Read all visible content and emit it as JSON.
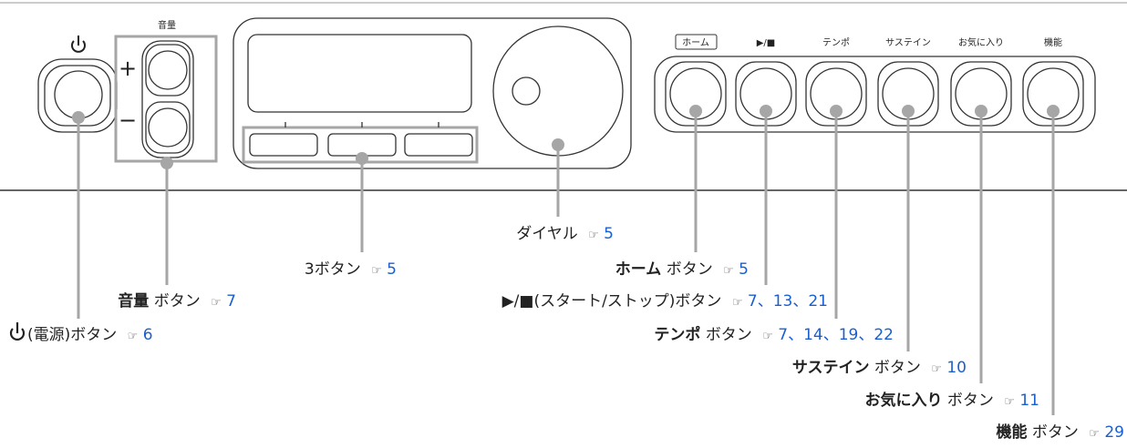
{
  "top_labels": {
    "volume": "音量",
    "plus": "+",
    "minus": "−",
    "home": "ホーム",
    "play_stop": "▶/■",
    "tempo": "テンポ",
    "sustain": "サステイン",
    "favorite": "お気に入り",
    "function": "機能"
  },
  "callouts": {
    "dial": {
      "name": "ダイヤル",
      "mark": "☞",
      "page": "5"
    },
    "three_buttons": {
      "name": "3ボタン",
      "mark": "☞",
      "page": "5"
    },
    "home": {
      "bold": "ホーム",
      "name": "ボタン",
      "mark": "☞",
      "page": "5"
    },
    "volume": {
      "bold": "音量",
      "name": "ボタン",
      "mark": "☞",
      "page": "7"
    },
    "play_stop": {
      "name": "▶/■(スタート/ストップ)ボタン",
      "mark": "☞",
      "pages": "7、13、21"
    },
    "power": {
      "name": "(電源)ボタン",
      "mark": "☞",
      "page": "6"
    },
    "tempo": {
      "bold": "テンポ",
      "name": "ボタン",
      "mark": "☞",
      "pages": "7、14、19、22"
    },
    "sustain": {
      "bold": "サステイン",
      "name": "ボタン",
      "mark": "☞",
      "page": "10"
    },
    "favorite": {
      "bold": "お気に入り",
      "name": "ボタン",
      "mark": "☞",
      "page": "11"
    },
    "function": {
      "bold": "機能",
      "name": "ボタン",
      "mark": "☞",
      "page": "29"
    }
  },
  "colors": {
    "leader": "#a6a6a6",
    "reference": "#1a5fd0",
    "outline": "#333333"
  }
}
